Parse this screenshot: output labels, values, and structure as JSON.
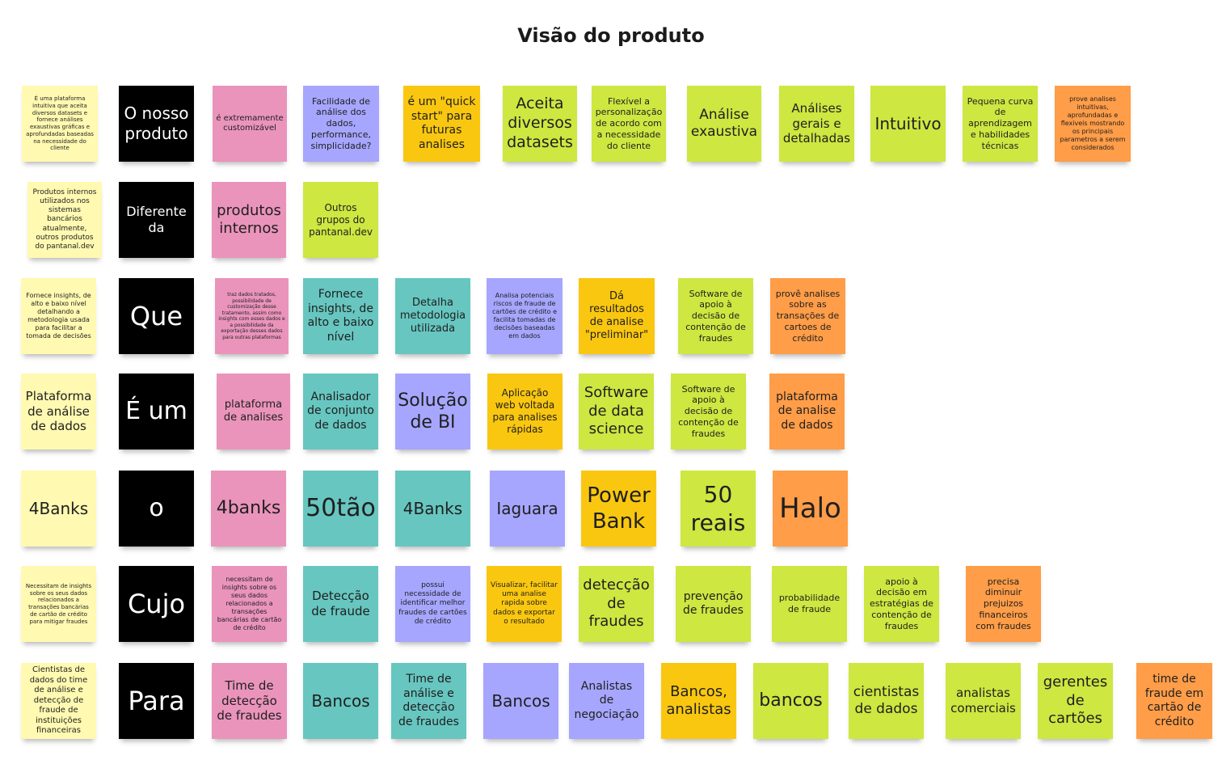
{
  "title": "Visão do produto",
  "colors": {
    "yellow": "#fff9b1",
    "black": "#000000",
    "pink": "#ea94bb",
    "blue": "#a6a6ff",
    "orange_yellow": "#fac710",
    "green": "#cee741",
    "orange": "#ff9d48",
    "teal": "#67c6c0"
  },
  "rows": [
    {
      "label": "O nosso produto",
      "notes": [
        {
          "text": "É uma plataforma intuitiva que aceita diversos datasets e fornece análises exaustivas gráficas e aprofundadas baseadas na necessidade do cliente",
          "color": "yellow"
        },
        {
          "text": "O nosso produto",
          "color": "black"
        },
        {
          "text": "é extremamente customizável",
          "color": "pink"
        },
        {
          "text": "Facilidade de análise dos dados, performance, simplicidade?",
          "color": "blue"
        },
        {
          "text": "é um \"quick start\" para futuras analises",
          "color": "orange_yellow"
        },
        {
          "text": "Aceita diversos datasets",
          "color": "green"
        },
        {
          "text": "Flexível a personalização de acordo com a necessidade do cliente",
          "color": "green"
        },
        {
          "text": "Análise exaustiva",
          "color": "green"
        },
        {
          "text": "Análises gerais e detalhadas",
          "color": "green"
        },
        {
          "text": "Intuitivo",
          "color": "green"
        },
        {
          "text": "Pequena curva de aprendizagem e habilidades técnicas",
          "color": "green"
        },
        {
          "text": "prove analises intuitivas, aprofundadas e flexiveis mostrando os principais parametros a serem considerados",
          "color": "orange"
        }
      ]
    },
    {
      "label": "Diferente da",
      "notes": [
        {
          "text": "Produtos internos utilizados nos sistemas bancários atualmente, outros produtos do pantanal.dev",
          "color": "yellow"
        },
        {
          "text": "Diferente da",
          "color": "black"
        },
        {
          "text": "produtos internos",
          "color": "pink"
        },
        {
          "text": "Outros grupos do pantanal.dev",
          "color": "green"
        }
      ]
    },
    {
      "label": "Que",
      "notes": [
        {
          "text": "Fornece insights, de alto e baixo nível detalhando a metodologia usada para facilitar a tomada de decisões",
          "color": "yellow"
        },
        {
          "text": "Que",
          "color": "black"
        },
        {
          "text": "traz dados tratados, possibilidade de customização desse tratamento, assim como insights com esses dados e a possibilidade da exportação desses dados para outras plataformas",
          "color": "pink"
        },
        {
          "text": "Fornece insights, de alto e baixo nível",
          "color": "teal"
        },
        {
          "text": "Detalha metodologia utilizada",
          "color": "teal"
        },
        {
          "text": "Analisa potenciais riscos de fraude de cartões de crédito e facilita tomadas de decisões baseadas em dados",
          "color": "blue"
        },
        {
          "text": "Dá resultados de analise \"preliminar\"",
          "color": "orange_yellow"
        },
        {
          "text": "Software de apoio à decisão de contenção de fraudes",
          "color": "green"
        },
        {
          "text": "provê analises sobre as transações de cartoes de crédito",
          "color": "orange"
        }
      ]
    },
    {
      "label": "É um",
      "notes": [
        {
          "text": "Plataforma de análise de dados",
          "color": "yellow"
        },
        {
          "text": "É um",
          "color": "black"
        },
        {
          "text": "plataforma de analises",
          "color": "pink"
        },
        {
          "text": "Analisador de conjunto de dados",
          "color": "teal"
        },
        {
          "text": "Solução de BI",
          "color": "blue"
        },
        {
          "text": "Aplicação web voltada para analises rápidas",
          "color": "orange_yellow"
        },
        {
          "text": "Software de data science",
          "color": "green"
        },
        {
          "text": "Software de apoio à decisão de contenção de fraudes",
          "color": "green"
        },
        {
          "text": "plataforma de analise de dados",
          "color": "orange"
        }
      ]
    },
    {
      "label": "o",
      "notes": [
        {
          "text": "4Banks",
          "color": "yellow"
        },
        {
          "text": "o",
          "color": "black"
        },
        {
          "text": "4banks",
          "color": "pink"
        },
        {
          "text": "50tão",
          "color": "teal"
        },
        {
          "text": "4Banks",
          "color": "teal"
        },
        {
          "text": "Iaguara",
          "color": "blue"
        },
        {
          "text": "Power Bank",
          "color": "orange_yellow"
        },
        {
          "text": "50 reais",
          "color": "green"
        },
        {
          "text": "Halo",
          "color": "orange"
        }
      ]
    },
    {
      "label": "Cujo",
      "notes": [
        {
          "text": "Necessitam de insights sobre os seus dados relacionados a transações bancárias de cartão de crédito para mitigar fraudes",
          "color": "yellow"
        },
        {
          "text": "Cujo",
          "color": "black"
        },
        {
          "text": "necessitam de insights sobre os seus dados relacionados a transações bancárias de cartão de crédito",
          "color": "pink"
        },
        {
          "text": "Detecção de fraude",
          "color": "teal"
        },
        {
          "text": "possui necessidade de identificar melhor fraudes de cartões de crédito",
          "color": "blue"
        },
        {
          "text": "Visualizar, facilitar uma analise rapida sobre dados e exportar o resultado",
          "color": "orange_yellow"
        },
        {
          "text": "detecção de fraudes",
          "color": "green"
        },
        {
          "text": "prevenção de fraudes",
          "color": "green"
        },
        {
          "text": "probabilidade de fraude",
          "color": "green"
        },
        {
          "text": "apoio à decisão em estratégias de contenção de fraudes",
          "color": "green"
        },
        {
          "text": "precisa diminuir prejuizos financeiros com fraudes",
          "color": "orange"
        }
      ]
    },
    {
      "label": "Para",
      "notes": [
        {
          "text": "Cientistas de dados do time de análise e detecção de fraude de instituições financeiras",
          "color": "yellow"
        },
        {
          "text": "Para",
          "color": "black"
        },
        {
          "text": "Time de detecção de fraudes",
          "color": "pink"
        },
        {
          "text": "Bancos",
          "color": "teal"
        },
        {
          "text": "Time de análise e detecção de fraudes",
          "color": "teal"
        },
        {
          "text": "Bancos",
          "color": "blue"
        },
        {
          "text": "Analistas de negociação",
          "color": "blue"
        },
        {
          "text": "Bancos, analistas",
          "color": "orange_yellow"
        },
        {
          "text": "bancos",
          "color": "green"
        },
        {
          "text": "cientistas de dados",
          "color": "green"
        },
        {
          "text": "analistas comerciais",
          "color": "green"
        },
        {
          "text": "gerentes de cartões",
          "color": "green"
        },
        {
          "text": "time de fraude em cartão de crédito",
          "color": "orange"
        }
      ]
    }
  ]
}
